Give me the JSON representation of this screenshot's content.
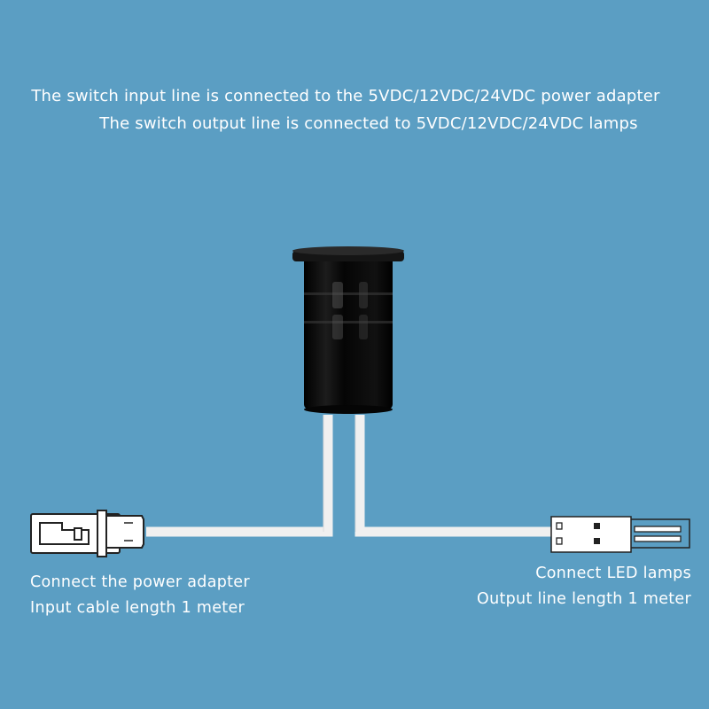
{
  "header": {
    "line1": "The switch input line is connected to the 5VDC/12VDC/24VDC power adapter",
    "line2": "The switch output line is connected to 5VDC/12VDC/24VDC lamps"
  },
  "input": {
    "label": "Connect the power adapter",
    "length": "Input cable length 1 meter"
  },
  "output": {
    "label": "Connect LED lamps",
    "length": "Output line length 1 meter"
  },
  "colors": {
    "background": "#5b9ec3",
    "wire": "#f0f0f0",
    "switch_body": "#0a0a0a",
    "connector": "#ffffff"
  }
}
